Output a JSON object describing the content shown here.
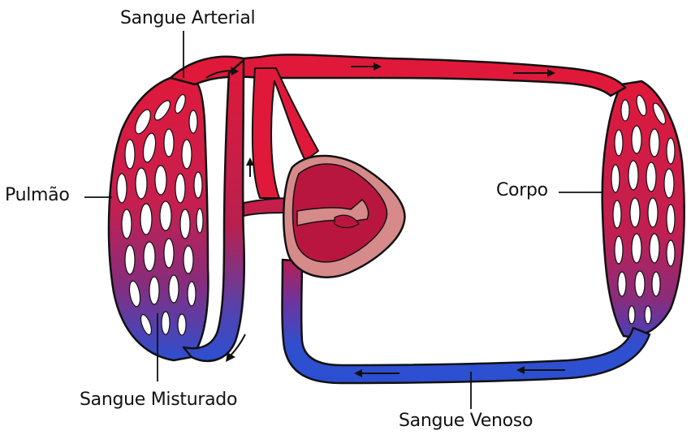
{
  "labels": {
    "sangue_arterial": "Sangue Arterial",
    "pulmao": "Pulmão",
    "corpo": "Corpo",
    "sangue_misturado": "Sangue Misturado",
    "sangue_venoso": "Sangue Venoso"
  },
  "colors": {
    "arterial": "#e0193a",
    "mixed": "#7a2f7e",
    "venous": "#2c4fd1",
    "heart_outer": "#d68a8a",
    "heart_inner": "#b8163e",
    "outline": "#111111"
  }
}
